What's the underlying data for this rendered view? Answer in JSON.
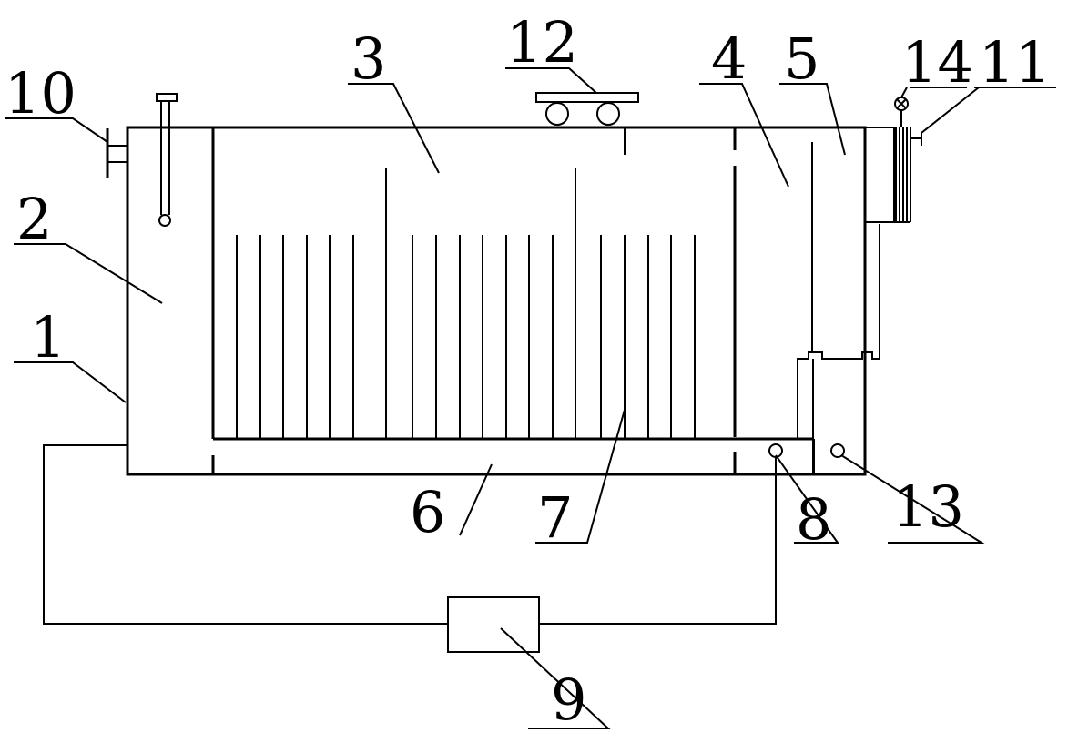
{
  "labels": {
    "n1": "1",
    "n2": "2",
    "n3": "3",
    "n4": "4",
    "n5": "5",
    "n6": "6",
    "n7": "7",
    "n8": "8",
    "n9": "9",
    "n10": "10",
    "n11": "11",
    "n12": "12",
    "n13": "13",
    "n14": "14"
  }
}
